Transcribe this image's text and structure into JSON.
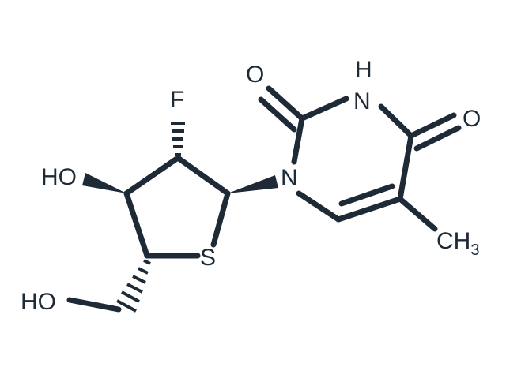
{
  "molecule": {
    "atoms": {
      "O_carbonyl_top": "O",
      "NH_imide": "H",
      "N_imide": "N",
      "O_carbonyl_right": "O",
      "F": "F",
      "N_glycosidic": "N",
      "HO_ring": "HO",
      "S_ring": "S",
      "CH3_main": "CH",
      "CH3_sub": "3",
      "HO_chain": "HO"
    },
    "colors": {
      "ink": "#1f2a37",
      "background": "#ffffff"
    }
  }
}
